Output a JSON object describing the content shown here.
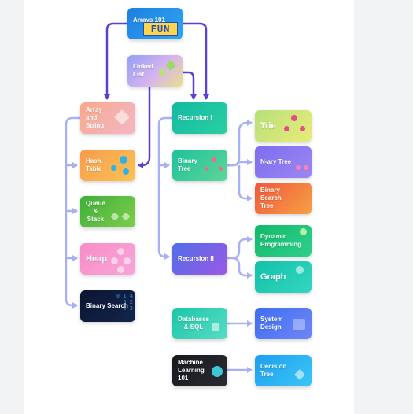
{
  "nodes": {
    "arrays_101": {
      "line1": "Arrays 101",
      "badge": "FUN"
    },
    "linked_list": {
      "line1": "Linked",
      "line2": "List"
    },
    "array_string": {
      "line1": "Array",
      "line2": "and",
      "line3": "String"
    },
    "hash_table": {
      "line1": "Hash",
      "line2": "Table"
    },
    "queue_stack": {
      "line1": "Queue",
      "line2": "&",
      "line3": "Stack"
    },
    "heap": {
      "line1": "Heap"
    },
    "binary_search": {
      "line1": "Binary Search",
      "bits": "0 1 4\n5 2\n0 3"
    },
    "recursion_1": {
      "line1": "Recursion I"
    },
    "binary_tree": {
      "line1": "Binary",
      "line2": "Tree"
    },
    "recursion_2": {
      "line1": "Recursion II"
    },
    "trie": {
      "line1": "Trie"
    },
    "nary_tree": {
      "line1": "N-ary Tree"
    },
    "bst": {
      "line1": "Binary",
      "line2": "Search",
      "line3": "Tree"
    },
    "dynamic_programming": {
      "line1": "Dynamic",
      "line2": "Programming"
    },
    "graph": {
      "line1": "Graph"
    },
    "database_sql": {
      "line1": "Databases",
      "line2": "& SQL"
    },
    "system_design": {
      "line1": "System",
      "line2": "Design"
    },
    "ml_101": {
      "line1": "Machine",
      "line2": "Learning",
      "line3": "101"
    },
    "decision_tree": {
      "line1": "Decision",
      "line2": "Tree"
    }
  },
  "colors": {
    "edge_dark": "#5b3fd6",
    "edge_light": "#a9b1f5",
    "background": "#f2f3f5"
  }
}
